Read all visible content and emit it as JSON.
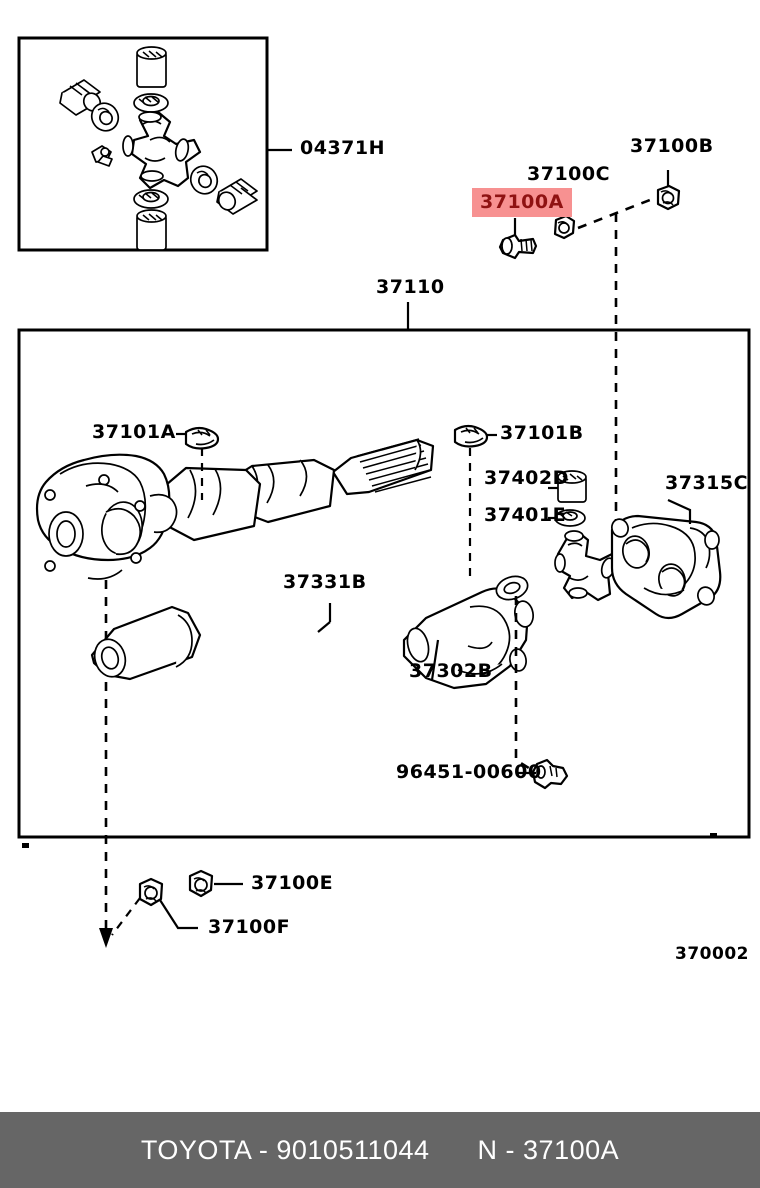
{
  "diagram": {
    "number": "370002",
    "main_group_label": "37110",
    "inset_kit_label": "04371H"
  },
  "highlighted_part": {
    "code": "37100A",
    "bg_color": "#f79191",
    "text_color": "#8f1212"
  },
  "part_labels": {
    "kit": "04371H",
    "group": "37110",
    "bolt_highlight": "37100A",
    "nut_c": "37100C",
    "nut_b": "37100B",
    "snap_ring_a": "37101A",
    "snap_ring_b": "37101B",
    "dust_cover": "37402D",
    "washer": "37401E",
    "flange_yoke": "37315C",
    "sleeve_yoke": "37302B",
    "dust_boot": "37331B",
    "plug": "96451-00600",
    "nut_e": "37100E",
    "nut_f": "37100F"
  },
  "footer": {
    "brand_part": "TOYOTA - 9010511044",
    "node_part": "N - 37100A"
  }
}
